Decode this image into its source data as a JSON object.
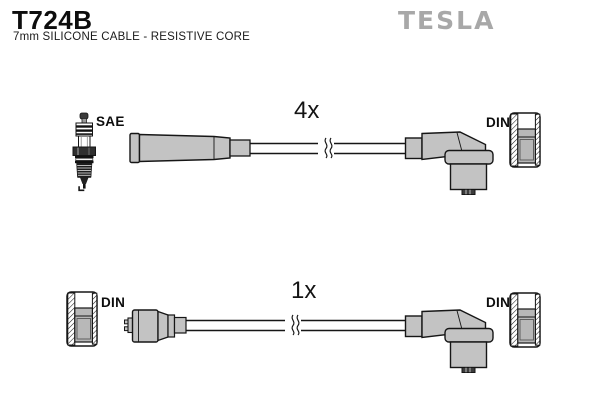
{
  "header": {
    "part_number": "T724B",
    "subtitle": "7mm SILICONE CABLE - RESISTIVE CORE",
    "brand": "TESLA"
  },
  "kits": {
    "top": {
      "quantity": "4x",
      "left_end": "SAE",
      "right_end": "DIN"
    },
    "bottom": {
      "quantity": "1x",
      "left_end": "DIN",
      "right_end": "DIN"
    }
  },
  "icons": {
    "spark_plug": "spark-plug-icon",
    "din_connector": "din-connector-icon",
    "cable_break": "cable-break-icon",
    "straight_boot": "straight-boot",
    "angled_boot": "angled-boot"
  },
  "colors": {
    "boot_fill": "#c3c3c3",
    "outline": "#161616",
    "brand_grey": "#a8a8a8",
    "din_inner": "#b8b8b8"
  }
}
